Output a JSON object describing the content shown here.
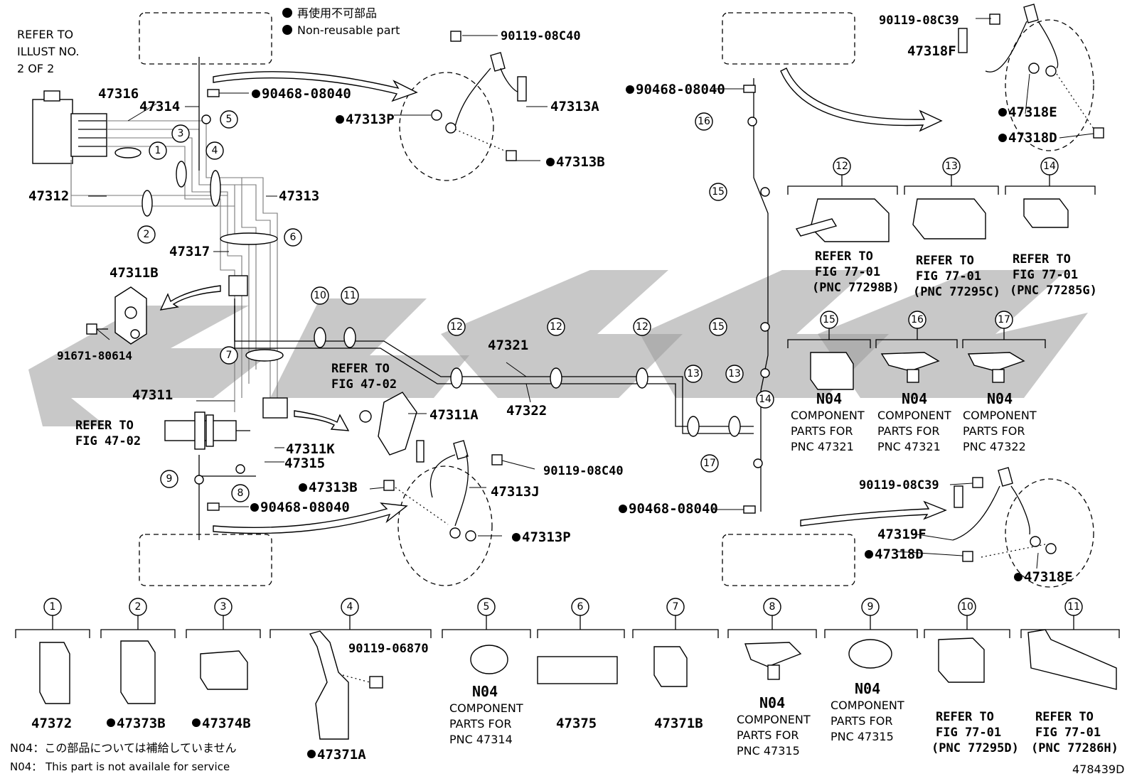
{
  "legend": {
    "jp": "再使用不可部品",
    "en": "Non-reusable part"
  },
  "refer_illust": [
    "REFER TO",
    "ILLUST NO.",
    "2 OF 2"
  ],
  "part_numbers": {
    "p47316": "47316",
    "p47314": "47314",
    "p47312": "47312",
    "p47313": "47313",
    "p47317": "47317",
    "p47311B": "47311B",
    "p91671": "91671-80614",
    "p47311": "47311",
    "p47311K": "47311K",
    "p47315": "47315",
    "p47311A": "47311A",
    "p47321": "47321",
    "p47322": "47322",
    "p90468_a": "90468-08040",
    "p90468_b": "90468-08040",
    "p90468_c": "90468-08040",
    "p90468_d": "90468-08040",
    "p90119_08C40_a": "90119-08C40",
    "p90119_08C40_b": "90119-08C40",
    "p47313A": "47313A",
    "p47313P_a": "47313P",
    "p47313B_a": "47313B",
    "p47313B_b": "47313B",
    "p47313J": "47313J",
    "p47313P_b": "47313P",
    "p90119_08C39_a": "90119-08C39",
    "p90119_08C39_b": "90119-08C39",
    "p47318F": "47318F",
    "p47318E_a": "47318E",
    "p47318D_a": "47318D",
    "p47319F": "47319F",
    "p47318D_b": "47318D",
    "p47318E_b": "47318E",
    "p90119_06870": "90119-06870"
  },
  "refer_fig_47_02_a": [
    "REFER TO",
    "FIG 47-02"
  ],
  "refer_fig_47_02_b": [
    "REFER TO",
    "FIG 47-02"
  ],
  "callout_numbers": [
    "1",
    "2",
    "3",
    "4",
    "5",
    "6",
    "7",
    "8",
    "9",
    "10",
    "11",
    "12",
    "13",
    "14",
    "15",
    "16",
    "17"
  ],
  "upper_detail": [
    {
      "n": "12",
      "lines": [
        "REFER TO",
        "FIG 77-01",
        "(PNC 77298B)"
      ]
    },
    {
      "n": "13",
      "lines": [
        "REFER TO",
        "FIG 77-01",
        "(PNC 77295C)"
      ]
    },
    {
      "n": "14",
      "lines": [
        "REFER TO",
        "FIG 77-01",
        "(PNC 77285G)"
      ]
    },
    {
      "n": "15",
      "code": "N04",
      "lines": [
        "COMPONENT",
        "PARTS FOR",
        "PNC 47321"
      ]
    },
    {
      "n": "16",
      "code": "N04",
      "lines": [
        "COMPONENT",
        "PARTS FOR",
        "PNC 47321"
      ]
    },
    {
      "n": "17",
      "code": "N04",
      "lines": [
        "COMPONENT",
        "PARTS FOR",
        "PNC 47322"
      ]
    }
  ],
  "bottom_detail": [
    {
      "n": "1",
      "part": "47372"
    },
    {
      "n": "2",
      "part": "47373B"
    },
    {
      "n": "3",
      "part": "47374B"
    },
    {
      "n": "4",
      "part": "47371A"
    },
    {
      "n": "5",
      "code": "N04",
      "lines": [
        "COMPONENT",
        "PARTS FOR",
        "PNC 47314"
      ]
    },
    {
      "n": "6",
      "part": "47375"
    },
    {
      "n": "7",
      "part": "47371B"
    },
    {
      "n": "8",
      "code": "N04",
      "lines": [
        "COMPONENT",
        "PARTS FOR",
        "PNC 47315"
      ]
    },
    {
      "n": "9",
      "code": "N04",
      "lines": [
        "COMPONENT",
        "PARTS FOR",
        "PNC 47315"
      ]
    },
    {
      "n": "10",
      "lines": [
        "REFER TO",
        "FIG 77-01",
        "(PNC 77295D)"
      ]
    },
    {
      "n": "11",
      "lines": [
        "REFER TO",
        "FIG 77-01",
        "(PNC 77286H)"
      ]
    }
  ],
  "footnote": {
    "jp": "N04：この部品については補給していません",
    "en": "N04： This part is not availale for service"
  },
  "figure_id": "478439D"
}
